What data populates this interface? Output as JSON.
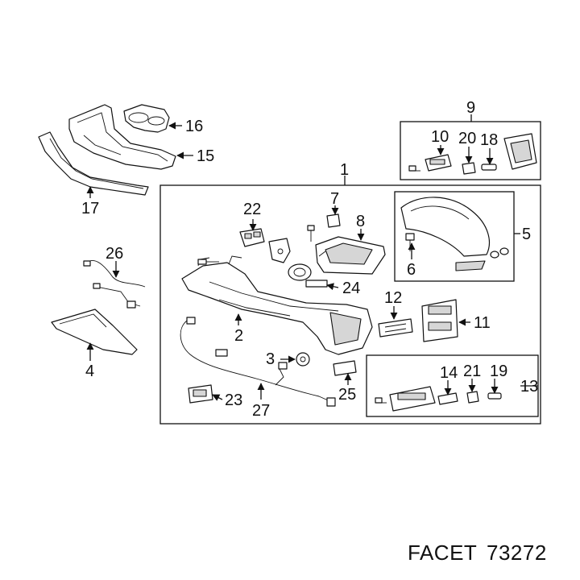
{
  "callouts": {
    "c1": "1",
    "c2": "2",
    "c3": "3",
    "c4": "4",
    "c5": "5",
    "c6": "6",
    "c7": "7",
    "c8": "8",
    "c9": "9",
    "c10": "10",
    "c11": "11",
    "c12": "12",
    "c13": "13",
    "c14": "14",
    "c15": "15",
    "c16": "16",
    "c17": "17",
    "c18": "18",
    "c19": "19",
    "c20": "20",
    "c21": "21",
    "c22": "22",
    "c23": "23",
    "c24": "24",
    "c25": "25",
    "c26": "26",
    "c27": "27"
  },
  "footer": {
    "brand": "FACET",
    "part_number": "73272"
  }
}
